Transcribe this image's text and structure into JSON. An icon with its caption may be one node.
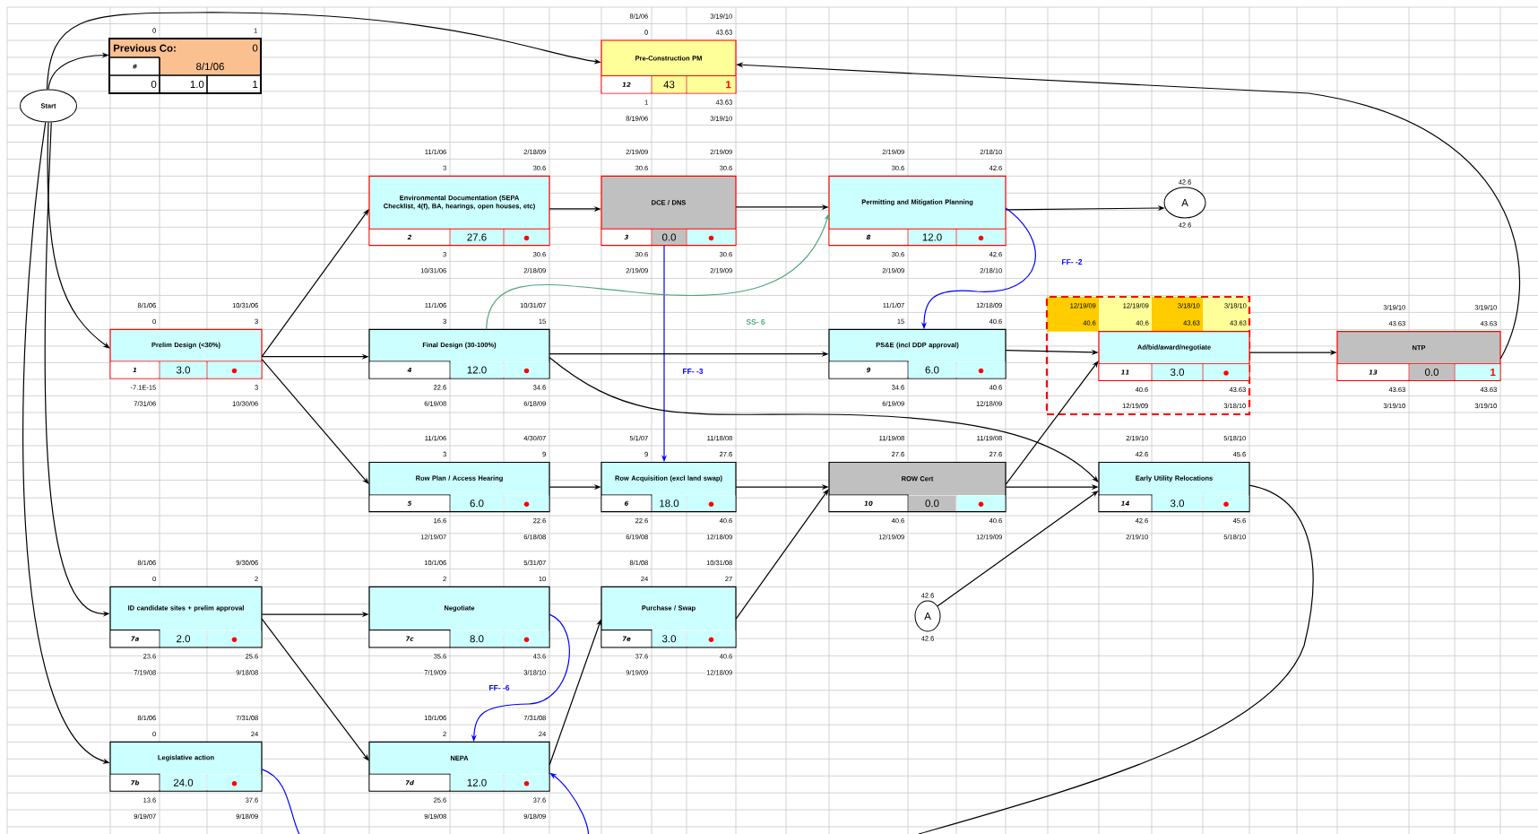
{
  "diagram": {
    "nodes": [
      {
        "text": [
          "Start"
        ]
      },
      {
        "text": [
          "Previous Co:",
          "0",
          "#",
          "8/1/06",
          "0",
          "1.0",
          "1"
        ],
        "beside": [
          "0",
          "1"
        ]
      },
      {
        "text": [
          "Pre-Construction PM",
          "12",
          "43",
          "1"
        ],
        "beside": [
          "8/1/06",
          "3/19/10",
          "0",
          "43.63",
          "1",
          "43.63",
          "8/19/06",
          "3/19/10"
        ]
      },
      {
        "text": [
          "Environmental Documentation (SEPA Checklist, 4(f), BA, hearings, open houses, etc)",
          "2",
          "27.6"
        ],
        "beside": [
          "11/1/06",
          "2/18/09",
          "3",
          "30.6",
          "3",
          "30.6",
          "10/31/06",
          "2/18/09"
        ]
      },
      {
        "text": [
          "DCE / DNS",
          "3",
          "0.0"
        ],
        "beside": [
          "2/19/09",
          "2/19/09",
          "30.6",
          "30.6",
          "30.6",
          "30.6",
          "2/19/09",
          "2/19/09"
        ]
      },
      {
        "text": [
          "Permitting and Mitigation Planning",
          "8",
          "12.0"
        ],
        "beside": [
          "2/19/09",
          "2/18/10",
          "30.6",
          "42.6",
          "30.6",
          "42.6",
          "2/19/09",
          "2/18/10"
        ]
      },
      {
        "text": [
          "A"
        ],
        "beside": [
          "42.6",
          "42.6"
        ]
      },
      {
        "text": [
          "Prelim Design (<30%)",
          "1",
          "3.0"
        ],
        "beside": [
          "8/1/06",
          "10/31/06",
          "0",
          "3",
          "-7.1E-15",
          "3",
          "7/31/06",
          "10/30/06"
        ]
      },
      {
        "text": [
          "Final Design (30-100%)",
          "4",
          "12.0"
        ],
        "beside": [
          "11/1/06",
          "10/31/07",
          "3",
          "15",
          "22.6",
          "34.6",
          "6/19/08",
          "6/18/09"
        ]
      },
      {
        "text": [
          "PS&E (incl DDP approval)",
          "9",
          "6.0"
        ],
        "beside": [
          "11/1/07",
          "12/18/09",
          "15",
          "40.6",
          "34.6",
          "40.6",
          "6/19/09",
          "12/18/09"
        ]
      },
      {
        "text": [
          "12/19/09",
          "12/19/09",
          "3/18/10",
          "3/18/10",
          "40.6",
          "40.6",
          "43.63",
          "43.63"
        ]
      },
      {
        "text": [
          "Ad/bid/award/negotiate",
          "11",
          "3.0"
        ],
        "beside": [
          "40.6",
          "43.63",
          "12/19/09",
          "3/18/10"
        ],
        "in": 10
      },
      {
        "text": [
          "NTP",
          "13",
          "0.0",
          "1"
        ],
        "beside": [
          "3/19/10",
          "3/19/10",
          "43.63",
          "43.63",
          "43.63",
          "43.63",
          "3/19/10",
          "3/19/10"
        ]
      },
      {
        "text": [
          "Row Plan / Access Hearing",
          "5",
          "6.0"
        ],
        "beside": [
          "11/1/06",
          "4/30/07",
          "3",
          "9",
          "16.6",
          "22.6",
          "12/19/07",
          "6/18/08"
        ]
      },
      {
        "text": [
          "Row Acquisition (excl land swap)",
          "6",
          "18.0"
        ],
        "beside": [
          "5/1/07",
          "11/18/08",
          "9",
          "27.6",
          "22.6",
          "40.6",
          "6/19/08",
          "12/18/09"
        ]
      },
      {
        "text": [
          "ROW Cert",
          "10",
          "0.0"
        ],
        "beside": [
          "11/19/08",
          "11/19/08",
          "27.6",
          "27.6",
          "40.6",
          "40.6",
          "12/19/09",
          "12/19/09"
        ]
      },
      {
        "text": [
          "Early Utility Relocations",
          "14",
          "3.0"
        ],
        "beside": [
          "2/19/10",
          "5/18/10",
          "42.6",
          "45.6",
          "42.6",
          "45.6",
          "2/19/10",
          "5/18/10"
        ]
      },
      {
        "text": [
          "ID candidate sites + prelim approval",
          "7a",
          "2.0"
        ],
        "beside": [
          "8/1/06",
          "9/30/06",
          "0",
          "2",
          "23.6",
          "25.6",
          "7/19/08",
          "9/18/08"
        ]
      },
      {
        "text": [
          "Negotiate",
          "7c",
          "8.0"
        ],
        "beside": [
          "10/1/06",
          "5/31/07",
          "2",
          "10",
          "35.6",
          "43.6",
          "7/19/09",
          "3/18/10"
        ]
      },
      {
        "text": [
          "Purchase / Swap",
          "7e",
          "3.0"
        ],
        "beside": [
          "8/1/08",
          "10/31/08",
          "24",
          "27",
          "37.6",
          "40.6",
          "9/19/09",
          "12/18/09"
        ]
      },
      {
        "text": [
          "A"
        ],
        "beside": [
          "42.6",
          "42.6"
        ]
      },
      {
        "text": [
          "Legislative action",
          "7b",
          "24.0"
        ],
        "beside": [
          "8/1/06",
          "7/31/08",
          "0",
          "24",
          "13.6",
          "37.6",
          "9/19/07",
          "9/18/09"
        ]
      },
      {
        "text": [
          "NEPA",
          "7d",
          "12.0"
        ],
        "beside": [
          "10/1/06",
          "7/31/08",
          "2",
          "24",
          "25.6",
          "37.6",
          "9/19/08",
          "9/18/09"
        ]
      }
    ],
    "edges": [
      {
        "from": 0,
        "to": 1,
        "arrow": "to"
      },
      {
        "from": 0,
        "to": 2,
        "arrow": "to"
      },
      {
        "from": 0,
        "to": 7,
        "arrow": "to"
      },
      {
        "from": 0,
        "to": 17,
        "arrow": "to"
      },
      {
        "from": 0,
        "to": 21,
        "arrow": "to"
      },
      {
        "from": 7,
        "to": 3,
        "arrow": "to"
      },
      {
        "from": 7,
        "to": 8,
        "arrow": "to"
      },
      {
        "from": 7,
        "to": 13,
        "arrow": "to"
      },
      {
        "from": 3,
        "to": 4,
        "arrow": "to"
      },
      {
        "from": 4,
        "to": 5,
        "arrow": "to"
      },
      {
        "from": 5,
        "to": 6,
        "arrow": "to"
      },
      {
        "from": 5,
        "to": 9,
        "arrow": "to",
        "label": "FF- -2",
        "color": "#0000ff"
      },
      {
        "from": 4,
        "to": 14,
        "arrow": "to",
        "label": "FF- -3",
        "color": "#0000ff"
      },
      {
        "from": 8,
        "to": 5,
        "arrow": "to",
        "label": "SS- 6",
        "color": "#4fa57a"
      },
      {
        "from": 8,
        "to": 9,
        "arrow": "to"
      },
      {
        "from": 8,
        "to": 16,
        "arrow": "to"
      },
      {
        "from": 9,
        "to": 11,
        "arrow": "to"
      },
      {
        "from": 11,
        "to": 12,
        "arrow": "to"
      },
      {
        "from": 12,
        "to": 2,
        "arrow": "to"
      },
      {
        "from": 13,
        "to": 14,
        "arrow": "to"
      },
      {
        "from": 14,
        "to": 15,
        "arrow": "to"
      },
      {
        "from": 15,
        "to": 11,
        "arrow": "to"
      },
      {
        "from": 15,
        "to": 16,
        "arrow": "to"
      },
      {
        "from": 20,
        "to": 16,
        "arrow": "to"
      },
      {
        "from": 19,
        "to": 15,
        "arrow": "to"
      },
      {
        "from": 17,
        "to": 18,
        "arrow": "to"
      },
      {
        "from": 17,
        "to": 22,
        "arrow": "to"
      },
      {
        "from": 18,
        "to": 22,
        "arrow": "to",
        "label": "FF- -6",
        "color": "#0000ff"
      },
      {
        "from": 22,
        "to": 19,
        "arrow": "to"
      },
      {
        "from": 21,
        "to": 22,
        "arrow": "to",
        "color": "#0000ff"
      },
      {
        "from": 16,
        "to": null,
        "arrow": "none"
      }
    ]
  }
}
